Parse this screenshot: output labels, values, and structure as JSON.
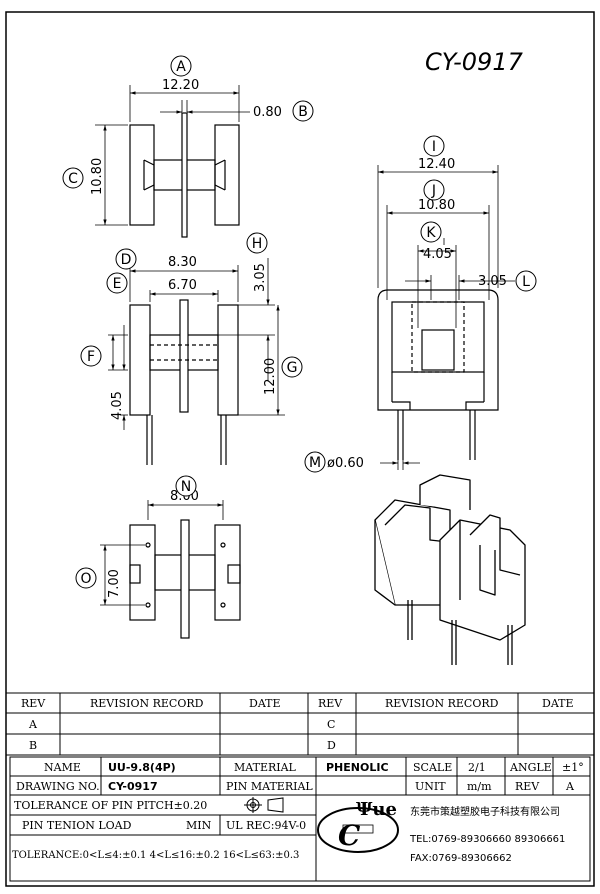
{
  "part_number": "CY-0917",
  "dimensions": {
    "A": "12.20",
    "B": "0.80",
    "C": "10.80",
    "D": "8.30",
    "E": "6.70",
    "F": "4.05",
    "G": "12.00",
    "H": "3.05",
    "I": "12.40",
    "J": "10.80",
    "K": "4.05",
    "L": "3.05",
    "M": "ø0.60",
    "N": "8.00",
    "O": "7.00"
  },
  "dim_letters": [
    "A",
    "B",
    "C",
    "D",
    "E",
    "F",
    "G",
    "H",
    "I",
    "J",
    "K",
    "L",
    "M",
    "N",
    "O"
  ],
  "revision": {
    "headers": [
      "REV",
      "REVISION RECORD",
      "DATE",
      "REV",
      "REVISION RECORD",
      "DATE"
    ],
    "rows_left": [
      "A",
      "B"
    ],
    "rows_right": [
      "C",
      "D"
    ]
  },
  "titleblock": {
    "name_label": "NAME",
    "name_value": "UU-9.8(4P)",
    "material_label": "MATERIAL",
    "material_value": "PHENOLIC",
    "scale_label": "SCALE",
    "scale_value": "2/1",
    "angle_label": "ANGLE",
    "angle_value": "±1°",
    "drawing_no_label": "DRAWING NO.",
    "drawing_no_value": "CY-0917",
    "pin_material_label": "PIN MATERIAL",
    "unit_label": "UNIT",
    "unit_value": "m/m",
    "rev_label": "REV",
    "rev_value": "A",
    "tolerance_pitch": "TOLERANCE OF PIN PITCH±0.20",
    "pin_tension_label": "PIN TENION LOAD",
    "pin_tension_unit": "MIN",
    "ul_rec": "UL REC:94V-0",
    "tolerance": "TOLERANCE:0<L≤4:±0.1  4<L≤16:±0.2  16<L≤63:±0.3",
    "company": "东莞市策越塑胶电子科技有限公司",
    "tel": "TEL:0769-89306660 89306661",
    "fax": "FAX:0769-89306662",
    "logo_text": "Ψue"
  }
}
